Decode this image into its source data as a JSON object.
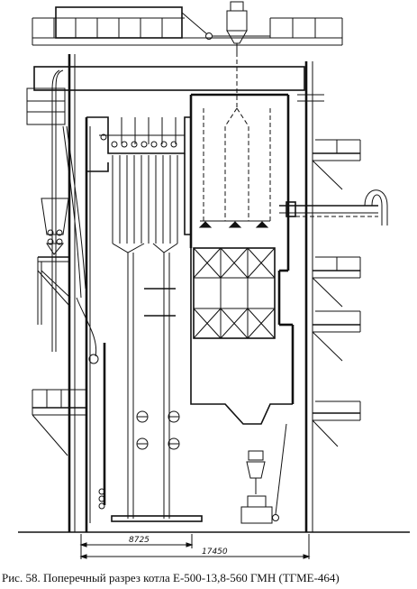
{
  "caption": "Рис. 58. Поперечный разрез котла Е-500-13,8-560 ГМН (ТГМЕ-464)",
  "dimensions": {
    "inner": "8725",
    "overall": "17450"
  }
}
